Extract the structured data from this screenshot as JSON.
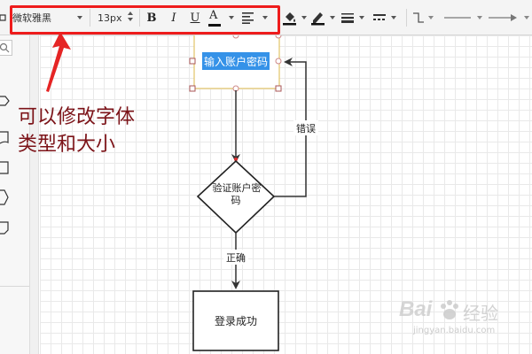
{
  "toolbar": {
    "font_family": "微软雅黑",
    "font_size": "13px",
    "bold_label": "B",
    "italic_label": "I",
    "underline_label": "U",
    "font_color_label": "A",
    "highlight_color": "#ee1c1c"
  },
  "annotation": {
    "line1": "可以修改字体",
    "line2": "类型和大小",
    "color": "#7c1318"
  },
  "flowchart": {
    "input_box_label": "输入账户密码",
    "verify_line1": "验证账户密",
    "verify_line2": "码",
    "error_label": "错误",
    "correct_label": "正确",
    "success_label": "登录成功"
  },
  "watermark": {
    "brand": "Bai",
    "product": "经验",
    "site": "jingyan.baidu.com"
  }
}
